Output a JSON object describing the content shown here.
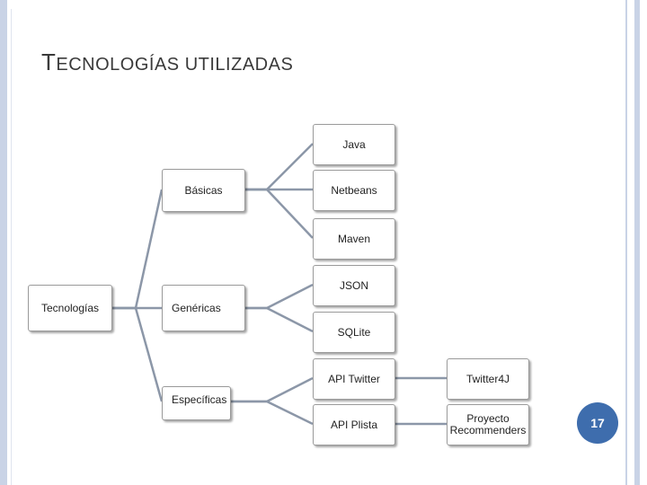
{
  "slide": {
    "title_first": "T",
    "title_rest": "ECNOLOGÍAS UTILIZADAS",
    "page_number": "17"
  },
  "diagram": {
    "root": "Tecnologías",
    "groups": {
      "basicas": "Básicas",
      "genericas": "Genéricas",
      "especificas": "Específicas"
    },
    "items": {
      "java": "Java",
      "netbeans": "Netbeans",
      "maven": "Maven",
      "json": "JSON",
      "sqlite": "SQLite",
      "api_twitter": "API Twitter",
      "api_plista": "API Plista",
      "twitter4j": "Twitter4J",
      "proyecto_recommenders": "Proyecto Recommenders"
    }
  }
}
